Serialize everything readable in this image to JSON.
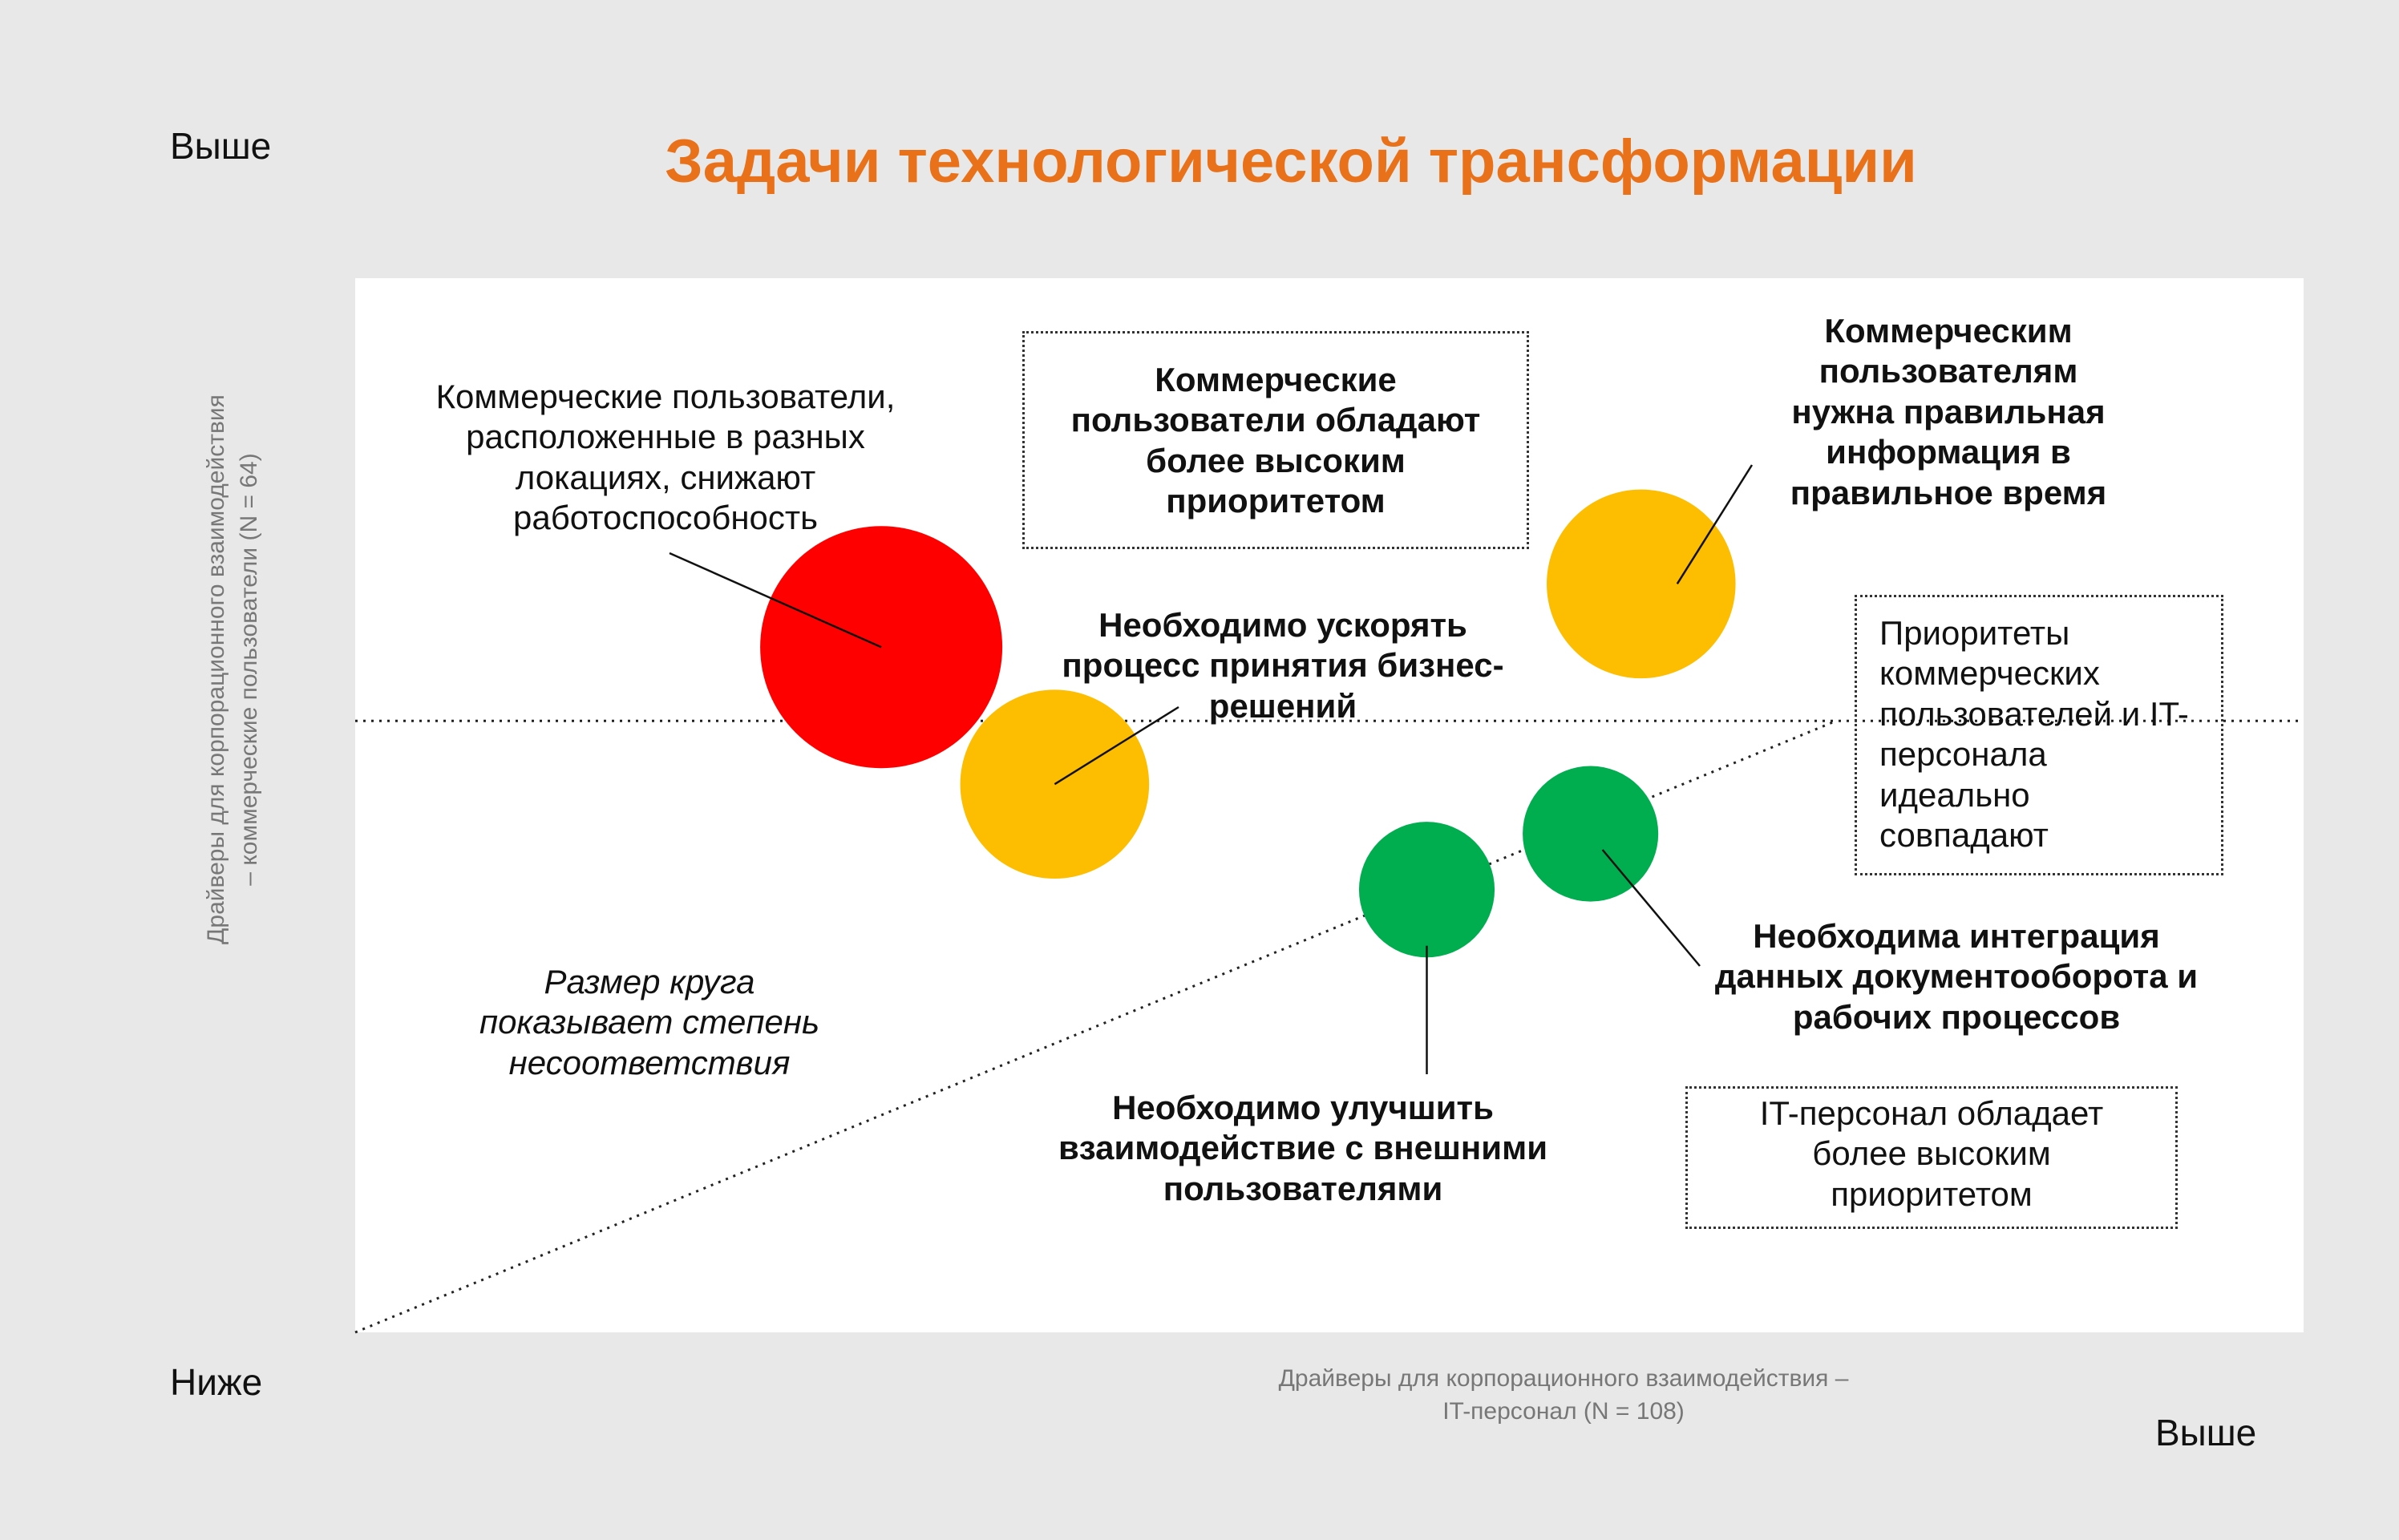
{
  "chart_data": {
    "type": "scatter",
    "title": "Задачи технологической трансформации",
    "xlabel": "Драйверы для корпорационного взаимодействия – IT-персонал (N = 108)",
    "xlabel_lines": [
      "Драйверы для корпорационного взаимодействия –",
      "IT-персонал (N = 108)"
    ],
    "ylabel": "Драйверы для корпорационного взаимодействия – коммерческие пользователи (N = 64)",
    "ylabel_lines": [
      "Драйверы для корпорационного взаимодействия",
      "– коммерческие пользователи (N = 64)"
    ],
    "axis_words": {
      "y_high": "Выше",
      "low": "Ниже",
      "x_high": "Выше"
    },
    "xlim": [
      0,
      100
    ],
    "ylim": [
      0,
      100
    ],
    "points": [
      {
        "x": 27,
        "y": 65,
        "size": 100,
        "color": "#fe0000"
      },
      {
        "x": 35.9,
        "y": 52,
        "size": 78,
        "color": "#fdbd00"
      },
      {
        "x": 66,
        "y": 71,
        "size": 78,
        "color": "#fdbd00"
      },
      {
        "x": 55,
        "y": 42,
        "size": 56,
        "color": "#00ad4f"
      },
      {
        "x": 63.4,
        "y": 47.3,
        "size": 56,
        "color": "#00ad4f"
      }
    ],
    "reference_lines": [
      {
        "kind": "horizontal",
        "y": 58
      },
      {
        "kind": "diagonal",
        "from": [
          0,
          0
        ],
        "to": [
          76,
          58
        ]
      }
    ],
    "annotations": {
      "a1": {
        "lines": [
          "Коммерческие пользователи,",
          "расположенные в разных",
          "локациях, снижают",
          "работоспособность"
        ]
      },
      "a2": {
        "lines": [
          "Коммерческие",
          "пользователи обладают",
          "более высоким",
          "приоритетом"
        ]
      },
      "a3": {
        "lines": [
          "Коммерческим",
          "пользователям",
          "нужна правильная",
          "информация в",
          "правильное время"
        ]
      },
      "a4": {
        "lines": [
          "Необходимо ускорять",
          "процесс принятия бизнес-",
          "решений"
        ]
      },
      "a5": {
        "lines": [
          "Приоритеты",
          "коммерческих",
          "пользователей и IT-",
          "персонала",
          "идеально",
          "совпадают"
        ]
      },
      "a6": {
        "lines": [
          "Размер круга",
          "показывает степень",
          "несоответствия"
        ]
      },
      "a7": {
        "lines": [
          "Необходима интеграция",
          "данных документооборота и",
          "рабочих процессов"
        ]
      },
      "a8": {
        "lines": [
          "Необходимо улучшить",
          "взаимодействие с внешними",
          "пользователями"
        ]
      },
      "a9": {
        "lines": [
          "IT-персонал обладает",
          "более высоким",
          "приоритетом"
        ]
      }
    }
  }
}
